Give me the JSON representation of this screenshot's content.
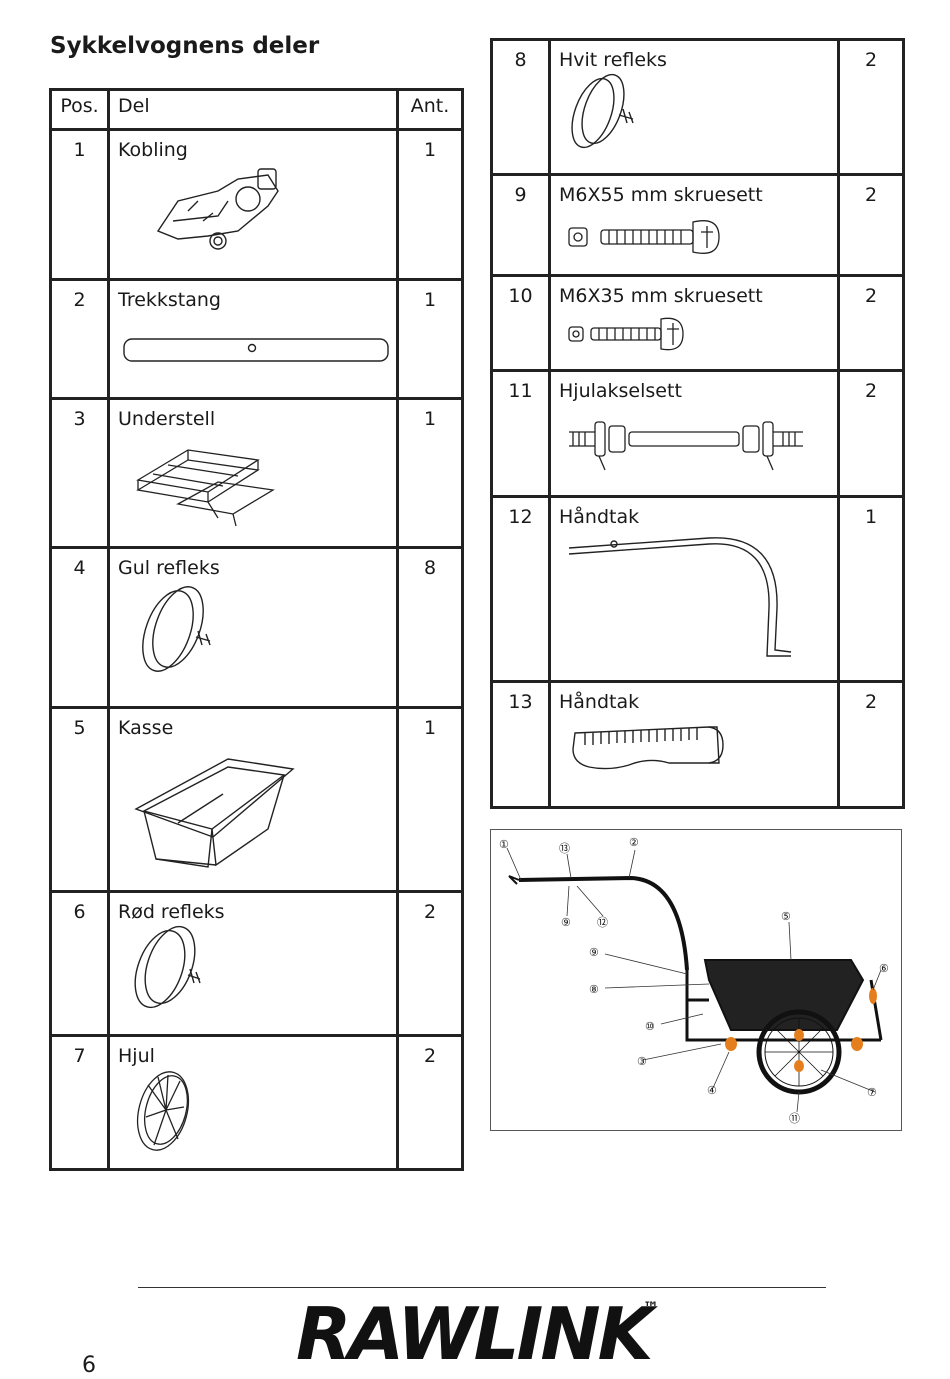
{
  "page": {
    "title": "Sykkelvognens deler",
    "page_number": "6",
    "brand": "RAWLINK",
    "trademark": "™"
  },
  "table_headers": {
    "pos": "Pos.",
    "del": "Del",
    "ant": "Ant."
  },
  "parts_left": [
    {
      "pos": "1",
      "name": "Kobling",
      "qty": "1",
      "icon": "coupling-icon"
    },
    {
      "pos": "2",
      "name": "Trekkstang",
      "qty": "1",
      "icon": "tow-bar-icon"
    },
    {
      "pos": "3",
      "name": "Understell",
      "qty": "1",
      "icon": "chassis-frame-icon"
    },
    {
      "pos": "4",
      "name": "Gul refleks",
      "qty": "8",
      "icon": "reflector-icon"
    },
    {
      "pos": "5",
      "name": "Kasse",
      "qty": "1",
      "icon": "box-tub-icon"
    },
    {
      "pos": "6",
      "name": "Rød refleks",
      "qty": "2",
      "icon": "reflector-icon"
    },
    {
      "pos": "7",
      "name": "Hjul",
      "qty": "2",
      "icon": "wheel-icon"
    }
  ],
  "parts_right": [
    {
      "pos": "8",
      "name": "Hvit refleks",
      "qty": "2",
      "icon": "reflector-icon"
    },
    {
      "pos": "9",
      "name": "M6X55 mm skruesett",
      "qty": "2",
      "icon": "long-bolt-icon"
    },
    {
      "pos": "10",
      "name": "M6X35 mm skruesett",
      "qty": "2",
      "icon": "short-bolt-icon"
    },
    {
      "pos": "11",
      "name": "Hjulakselsett",
      "qty": "2",
      "icon": "axle-icon"
    },
    {
      "pos": "12",
      "name": "Håndtak",
      "qty": "1",
      "icon": "handle-bar-icon"
    },
    {
      "pos": "13",
      "name": "Håndtak",
      "qty": "2",
      "icon": "grip-icon"
    }
  ],
  "diagram_callouts": [
    "①",
    "⑬",
    "②",
    "⑨",
    "⑫",
    "⑤",
    "⑨",
    "⑥",
    "⑧",
    "⑩",
    "③",
    "④",
    "⑦",
    "⑪"
  ]
}
